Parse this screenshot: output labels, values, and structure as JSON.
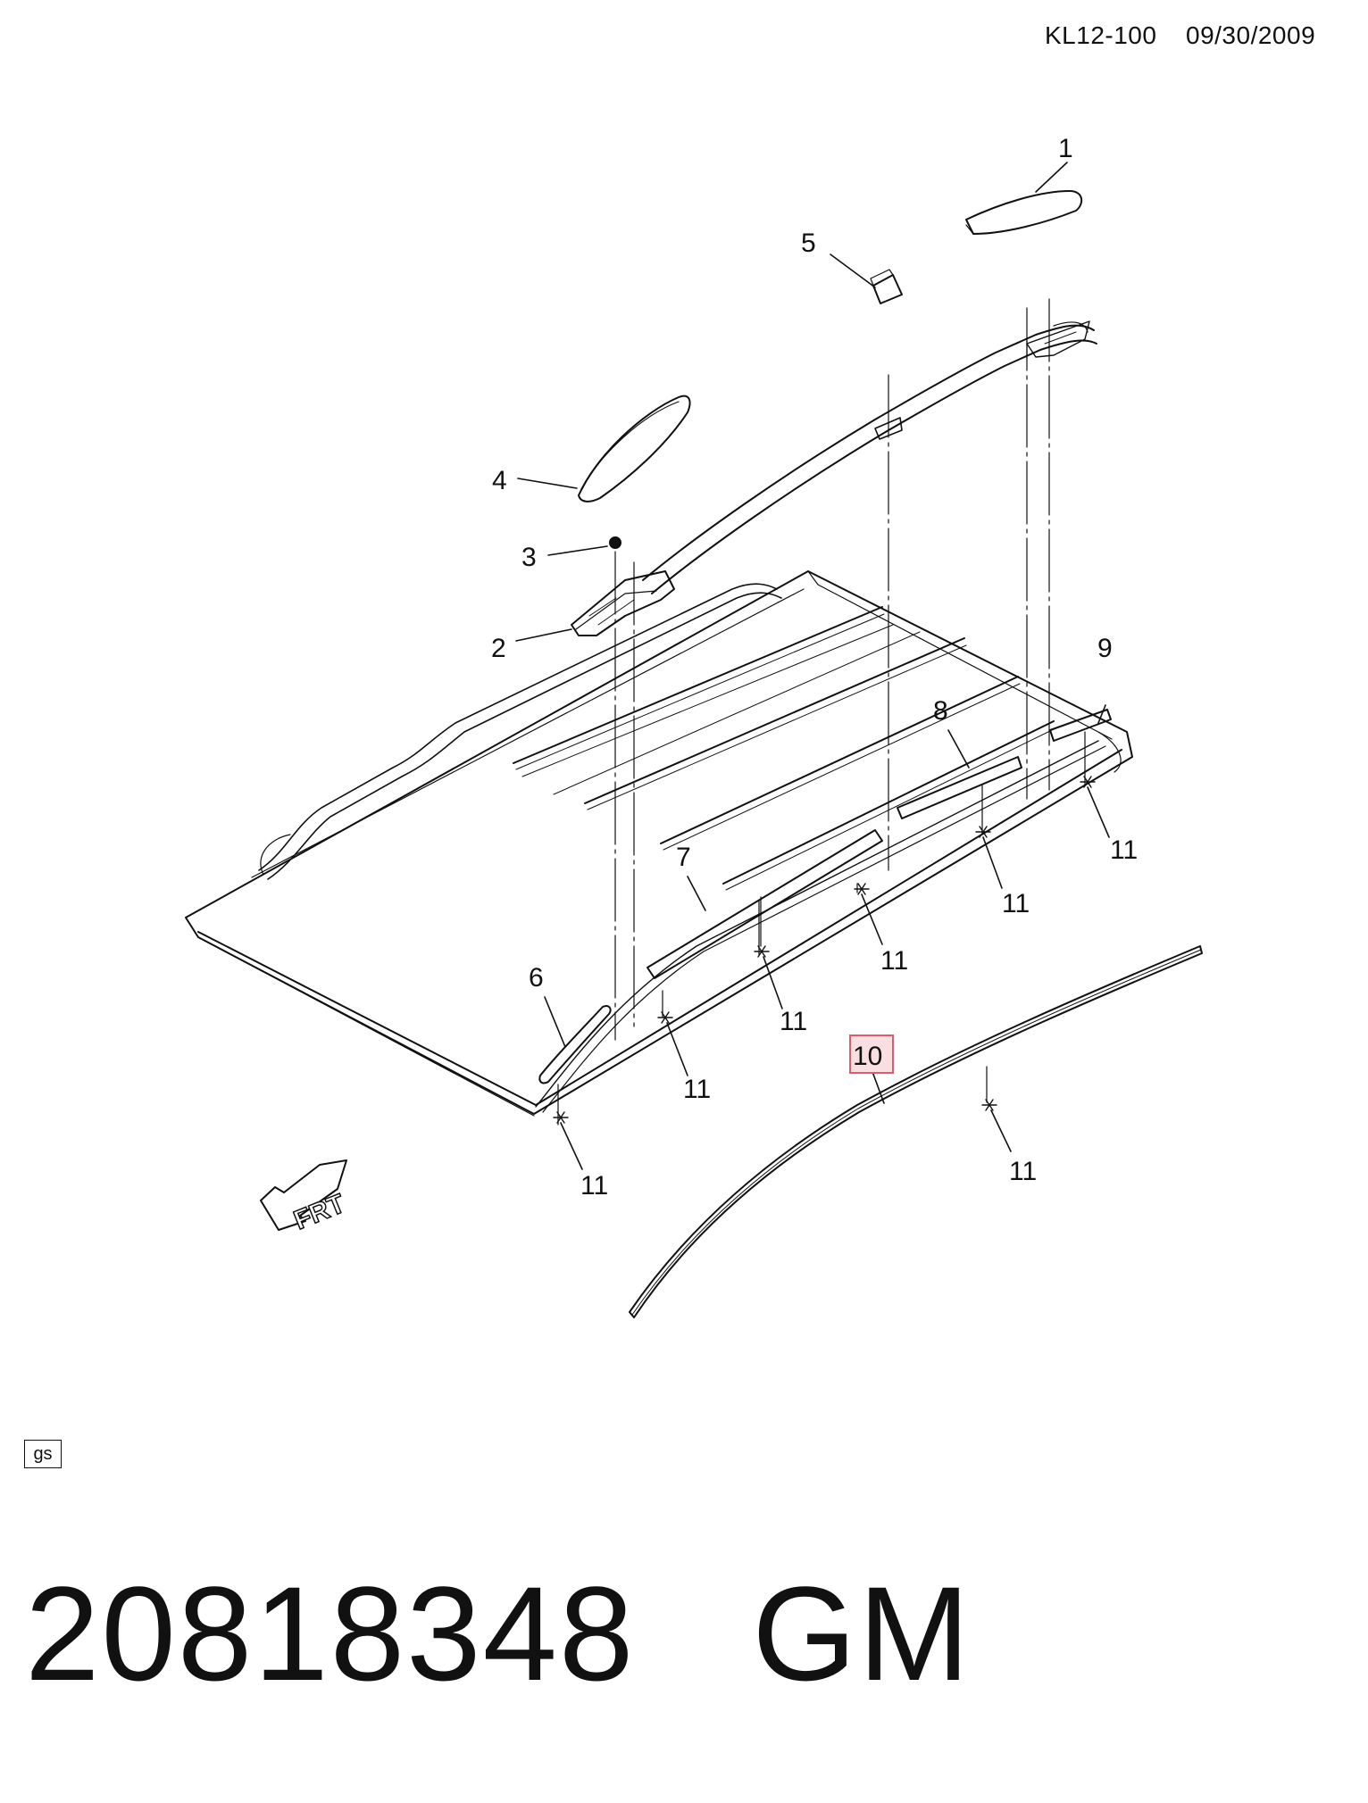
{
  "header": {
    "code": "KL12-100",
    "date": "09/30/2009"
  },
  "callouts": {
    "c1": "1",
    "c2": "2",
    "c3": "3",
    "c4": "4",
    "c5": "5",
    "c6": "6",
    "c7": "7",
    "c8": "8",
    "c9": "9",
    "c10": "10",
    "c11": "11"
  },
  "orientation": {
    "label": "FRT"
  },
  "footer": {
    "tag": "gs",
    "part_number": "20818348",
    "brand": "GM"
  },
  "colors": {
    "line": "#111111",
    "highlight": "#e05a6a",
    "highlight_fill": "#f7c9cf"
  }
}
